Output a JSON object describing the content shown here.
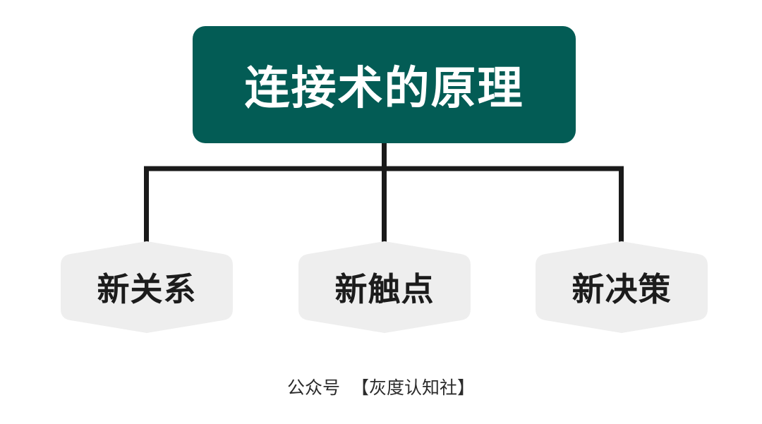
{
  "diagram": {
    "root": {
      "label": "连接术的原理",
      "color": "#035c55",
      "text_color": "#ffffff"
    },
    "children": [
      {
        "label": "新关系"
      },
      {
        "label": "新触点"
      },
      {
        "label": "新决策"
      }
    ],
    "connector_color": "#1a1a1a",
    "child_fill": "#eeeeee"
  },
  "footer": {
    "label": "公众号  【灰度认知社】"
  }
}
